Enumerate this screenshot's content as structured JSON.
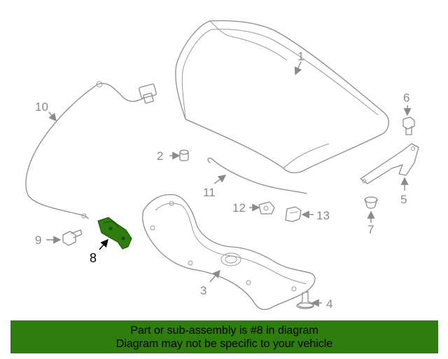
{
  "diagram": {
    "callouts": {
      "hood": "1",
      "insulator": "3",
      "grommet": "2",
      "clip": "4",
      "hinge": "5",
      "hinge_bolt": "6",
      "retainer": "7",
      "latch": "8",
      "latch_bolt": "9",
      "release_cable": "10",
      "prop_rod": "11",
      "prop_holder": "12",
      "prop_bracket": "13"
    },
    "highlight_color": "#2e7d0e",
    "highlighted_part": "8"
  },
  "banner": {
    "line1": "Part or sub-assembly is #8 in diagram",
    "line2": "Diagram may not be specific to your vehicle",
    "background": "#2e7d0e"
  }
}
